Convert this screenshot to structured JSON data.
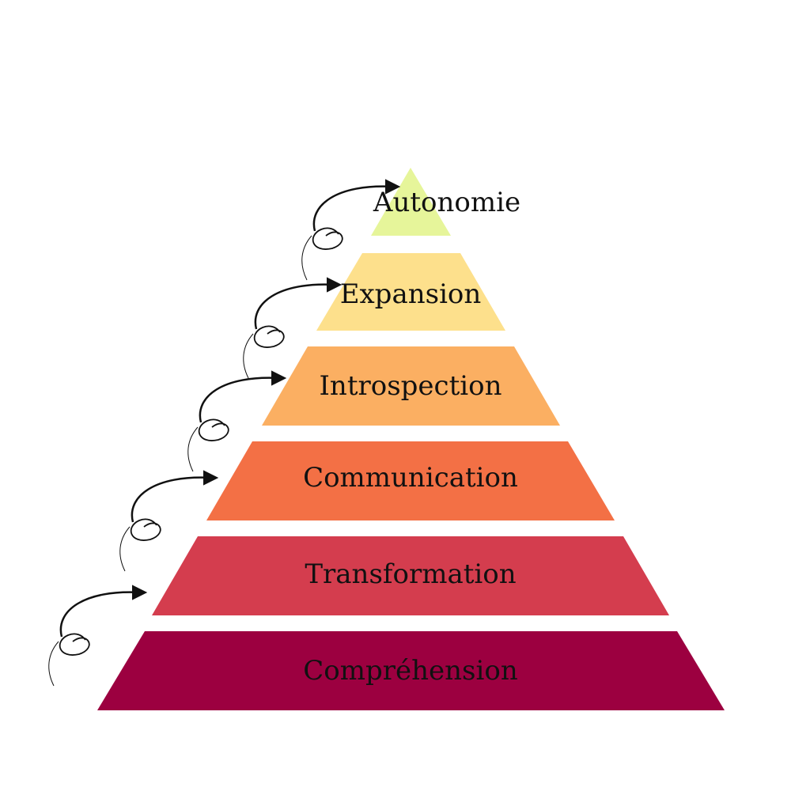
{
  "diagram": {
    "type": "pyramid",
    "tiers": [
      {
        "label": "Autonomie",
        "color": "#e6f59a"
      },
      {
        "label": "Expansion",
        "color": "#fde08c"
      },
      {
        "label": "Introspection",
        "color": "#fbaf62"
      },
      {
        "label": "Communication",
        "color": "#f37045"
      },
      {
        "label": "Transformation",
        "color": "#d43d4e"
      },
      {
        "label": "Compréhension",
        "color": "#9c0040"
      }
    ]
  }
}
